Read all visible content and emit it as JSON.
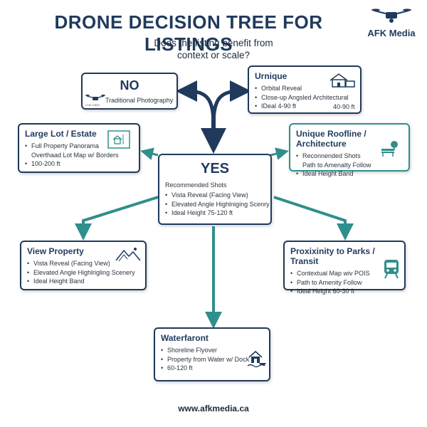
{
  "title": "DRONE DECISION TREE FOR LISTINGS",
  "logo": {
    "text": "AFK Media"
  },
  "question": {
    "line1": "Does the listing benefit from",
    "line2": "context or scale?"
  },
  "no_box": {
    "heading": "NO",
    "label": "Traditional Photography",
    "drone_caption": "LIVE VIEW"
  },
  "unique_box": {
    "heading": "Urnique",
    "items": [
      "Orbital Reveal",
      "Close-up Angsled Architectural",
      "IDeal 4-90 ft"
    ],
    "side_note": "40-90 ft"
  },
  "yes_box": {
    "heading": "YES",
    "subheading": "Recommended Shots",
    "items": [
      "Vista Reveal (Facing View)",
      "Elevated Angle Highlniging Scenry",
      "Ideal Height 75-120 ft"
    ]
  },
  "large_lot_box": {
    "heading": "Large Lot / Estate",
    "items": [
      "Full Property Panorama",
      "Overthaad Lot Map w/ Borders",
      "100-200 ft"
    ]
  },
  "roofline_box": {
    "heading": "Unique Roofline / Architecture",
    "items": [
      "Reconnended Shots",
      "Path to Amenalty Follow",
      "Ideal Height Band"
    ]
  },
  "view_box": {
    "heading": "View Property",
    "items": [
      "Vista Reveal (Facing View)",
      "Elevated Angle Highlrigling Scenery",
      "Ideal Height Band"
    ]
  },
  "parks_box": {
    "heading": "Proxixinity to Parks / Transit",
    "items": [
      "Contextual Map wiv POIS",
      "Path to Amenity Follow",
      "Ideal Height 60-30 ft"
    ]
  },
  "water_box": {
    "heading": "Waterfaront",
    "items": [
      "Shoreline Flyover",
      "Property from Water w/ Dock",
      "60-120 ft"
    ]
  },
  "footer": "www.afkmedia.ca",
  "colors": {
    "navy": "#1f3a5c",
    "teal": "#2f8f8d"
  },
  "icons": [
    "drone-icon",
    "house-icon",
    "property-map-icon",
    "bench-icon",
    "mountains-icon",
    "train-icon",
    "waterfront-house-icon"
  ]
}
